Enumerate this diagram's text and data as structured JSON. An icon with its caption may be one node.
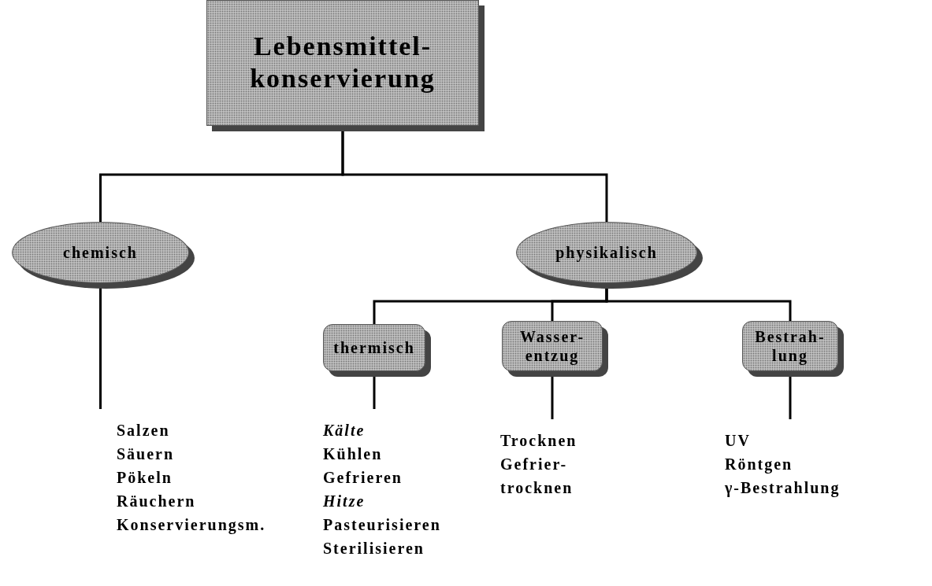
{
  "diagram": {
    "nodes": [
      {
        "text": [
          "Lebensmittel- konservierung"
        ]
      },
      {
        "text": [
          "chemisch"
        ]
      },
      {
        "text": [
          "physikalisch"
        ]
      },
      {
        "text": [
          "thermisch"
        ]
      },
      {
        "text": [
          "Wasser- entzug"
        ]
      },
      {
        "text": [
          "Bestrah- lung"
        ]
      },
      {
        "text": [
          "Salzen",
          "Säuern",
          "Pökeln",
          "Räuchern",
          "Konservierungsm."
        ]
      },
      {
        "text": [
          "*Kälte*",
          "Kühlen",
          "Gefrieren",
          "*Hitze*",
          "Pasteurisieren",
          "Sterilisieren"
        ]
      },
      {
        "text": [
          "Trocknen",
          "Gefrier- trocknen"
        ]
      },
      {
        "text": [
          "UV",
          "Röntgen",
          "γ-Bestrahlung"
        ]
      }
    ],
    "edges": [
      {
        "from": 0,
        "to": 1,
        "arrow": "none"
      },
      {
        "from": 0,
        "to": 2,
        "arrow": "none"
      },
      {
        "from": 2,
        "to": 3,
        "arrow": "none"
      },
      {
        "from": 2,
        "to": 4,
        "arrow": "none"
      },
      {
        "from": 2,
        "to": 5,
        "arrow": "none"
      },
      {
        "from": 1,
        "to": 6,
        "arrow": "none"
      },
      {
        "from": 3,
        "to": 7,
        "arrow": "none"
      },
      {
        "from": 4,
        "to": 8,
        "arrow": "none"
      },
      {
        "from": 5,
        "to": 9,
        "arrow": "none"
      }
    ]
  }
}
